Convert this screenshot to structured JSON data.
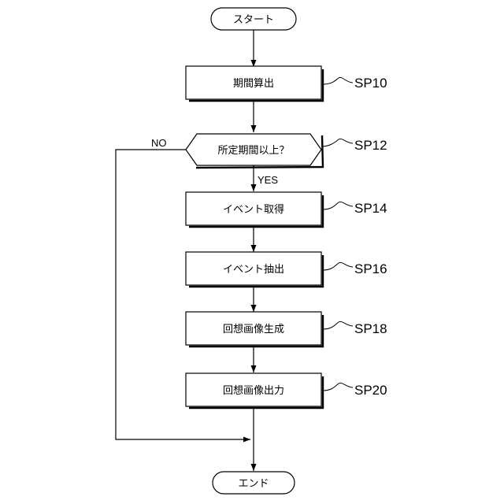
{
  "flowchart": {
    "start": "スタート",
    "end": "エンド",
    "steps": {
      "sp10": {
        "text": "期間算出",
        "label": "SP10"
      },
      "sp12": {
        "text": "所定期間以上？",
        "label": "SP12"
      },
      "sp14": {
        "text": "イベント取得",
        "label": "SP14"
      },
      "sp16": {
        "text": "イベント抽出",
        "label": "SP16"
      },
      "sp18": {
        "text": "回想画像生成",
        "label": "SP18"
      },
      "sp20": {
        "text": "回想画像出力",
        "label": "SP20"
      }
    },
    "branches": {
      "yes": "YES",
      "no": "NO"
    }
  }
}
